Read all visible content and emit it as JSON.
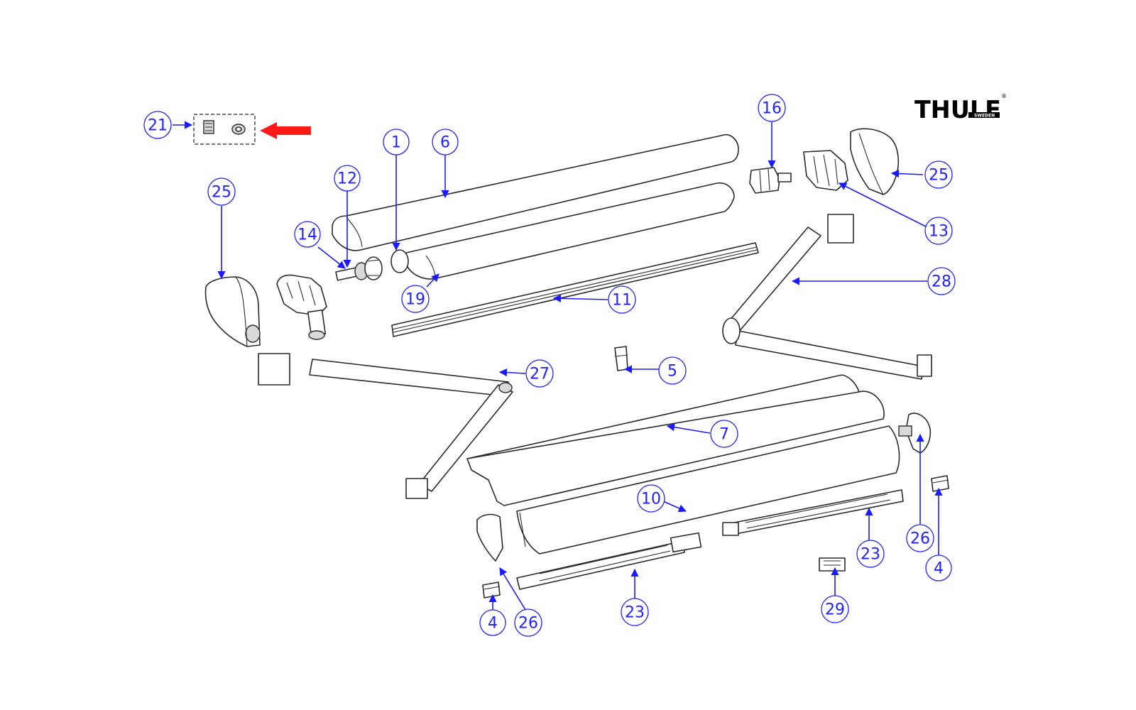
{
  "brand": {
    "logo_text": "THULE",
    "logo_sub": "SWEDEN",
    "registered_mark": "®"
  },
  "colors": {
    "callout_blue": "#2222ff",
    "highlight_arrow": "#ff1a1a",
    "line_art": "#2a2a2a"
  },
  "callouts": {
    "c21": "21",
    "c1": "1",
    "c6": "6",
    "c12": "12",
    "c14": "14",
    "c25a": "25",
    "c19": "19",
    "c11": "11",
    "c16": "16",
    "c25b": "25",
    "c13": "13",
    "c28": "28",
    "c27": "27",
    "c5": "5",
    "c7": "7",
    "c10": "10",
    "c23a": "23",
    "c23b": "23",
    "c26a": "26",
    "c26b": "26",
    "c4a": "4",
    "c4b": "4",
    "c29": "29"
  },
  "highlight": {
    "target_part": "21",
    "icon": "arrow-left-icon"
  }
}
